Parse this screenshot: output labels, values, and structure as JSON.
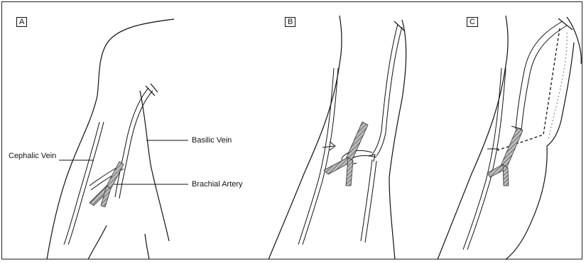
{
  "panels": [
    {
      "label": "A"
    },
    {
      "label": "B"
    },
    {
      "label": "C"
    }
  ],
  "annotations": {
    "cephalic_vein": "Cephalic Vein",
    "basilic_vein": "Basilic Vein",
    "brachial_artery": "Brachial Artery"
  }
}
